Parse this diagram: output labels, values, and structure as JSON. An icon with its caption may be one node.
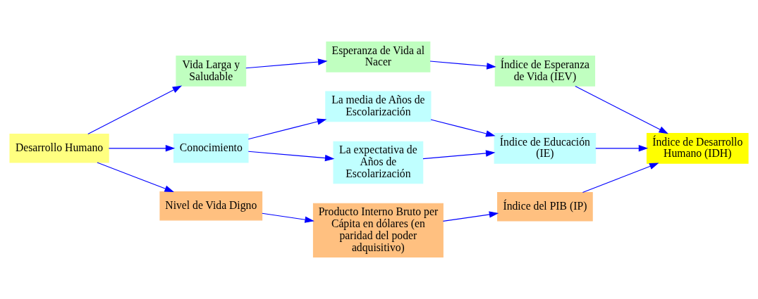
{
  "diagram": {
    "nodes": [
      {
        "text": [
          "Desarrollo Humano"
        ]
      },
      {
        "text": [
          "Vida Larga y Saludable"
        ]
      },
      {
        "text": [
          "Conocimiento"
        ]
      },
      {
        "text": [
          "Nivel de Vida Digno"
        ]
      },
      {
        "text": [
          "Esperanza de Vida al Nacer"
        ]
      },
      {
        "text": [
          "La media de Años de Escolarización"
        ]
      },
      {
        "text": [
          "La expectativa de Años de Escolarización"
        ]
      },
      {
        "text": [
          "Producto Interno Bruto per Cápita en dólares (en paridad del poder adquisitivo)"
        ]
      },
      {
        "text": [
          "Índice de Esperanza de Vida (IEV)"
        ]
      },
      {
        "text": [
          "Índice de Educación (IE)"
        ]
      },
      {
        "text": [
          "Índice del PIB (IP)"
        ]
      },
      {
        "text": [
          "Índice de Desarrollo Humano (IDH)"
        ]
      }
    ],
    "edges": [
      {
        "from": 0,
        "to": 1,
        "arrow": "to"
      },
      {
        "from": 0,
        "to": 2,
        "arrow": "to"
      },
      {
        "from": 0,
        "to": 3,
        "arrow": "to"
      },
      {
        "from": 1,
        "to": 4,
        "arrow": "to"
      },
      {
        "from": 2,
        "to": 5,
        "arrow": "to"
      },
      {
        "from": 2,
        "to": 6,
        "arrow": "to"
      },
      {
        "from": 3,
        "to": 7,
        "arrow": "to"
      },
      {
        "from": 4,
        "to": 8,
        "arrow": "to"
      },
      {
        "from": 5,
        "to": 9,
        "arrow": "to"
      },
      {
        "from": 6,
        "to": 9,
        "arrow": "to"
      },
      {
        "from": 7,
        "to": 10,
        "arrow": "to"
      },
      {
        "from": 8,
        "to": 11,
        "arrow": "to"
      },
      {
        "from": 9,
        "to": 11,
        "arrow": "to"
      },
      {
        "from": 10,
        "to": 11,
        "arrow": "to"
      }
    ]
  }
}
